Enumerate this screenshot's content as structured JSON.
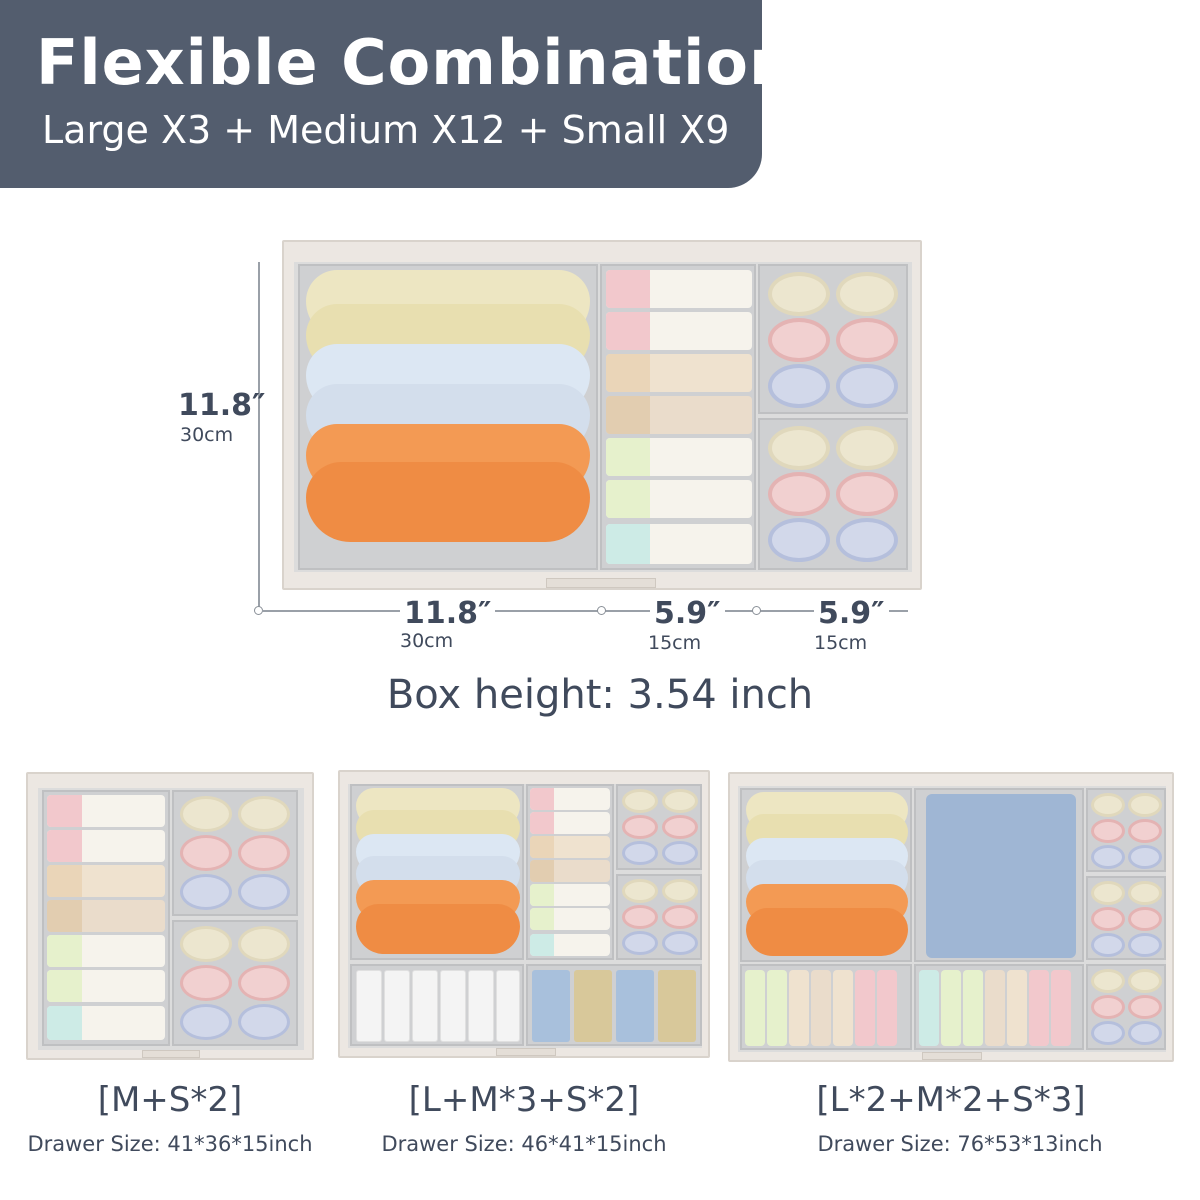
{
  "banner": {
    "title": "Flexible Combination",
    "subtitle": "Large X3 + Medium X12 + Small X9"
  },
  "dimensions": {
    "height_in": "11.8″",
    "height_cm": "30cm",
    "width_large_in": "11.8″",
    "width_large_cm": "30cm",
    "width_medium_in": "5.9″",
    "width_medium_cm": "15cm",
    "width_small_in": "5.9″",
    "width_small_cm": "15cm",
    "box_height": "Box height: 3.54 inch"
  },
  "combos": [
    {
      "label": "[M+S*2]",
      "drawer_size": "Drawer Size: 41*36*15inch"
    },
    {
      "label": "[L+M*3+S*2]",
      "drawer_size": "Drawer Size: 46*41*15inch"
    },
    {
      "label": "[L*2+M*2+S*3]",
      "drawer_size": "Drawer Size: 76*53*13inch"
    }
  ],
  "colors": {
    "banner": "#535d6e",
    "text": "#404a5c",
    "bra_cream": "#ece3b8",
    "bra_blue": "#d6e2f0",
    "bra_orange": "#f0914a",
    "sock_cream": "#ece6cf",
    "sock_pink": "#eab8b8",
    "sock_blue": "#b9c2dc",
    "shirt": "#9fb6d4"
  }
}
